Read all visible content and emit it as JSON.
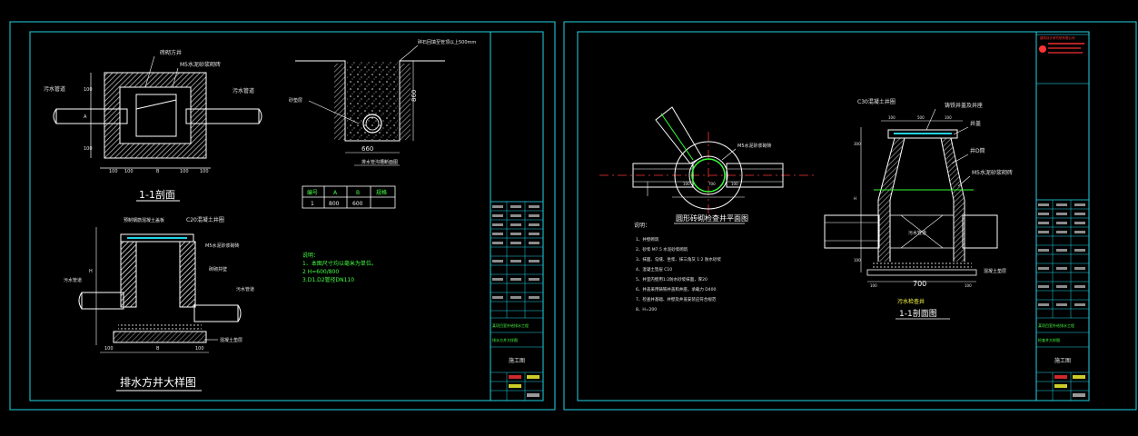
{
  "left_sheet": {
    "section_title": "1-1剖面",
    "main_title": "排水方井大样图",
    "plan_labels": {
      "pipe_left": "污水管道",
      "pipe_right": "污水管道",
      "top_1": "砖砌方井",
      "top_2": "M5水泥砂浆砌砖"
    },
    "trench": {
      "note": "碎石回填至管顶以上500mm",
      "left_label": "砂垫层",
      "depth_label": "860",
      "width_label": "660",
      "caption": "排水管沟槽断面图"
    },
    "section_labels": {
      "top_left": "预制钢筋混凝土盖板",
      "top_right": "C20混凝土井圈",
      "right_1": "M5水泥砂浆砌砖",
      "right_2": "砖砌井壁",
      "right_3": "污水管道",
      "left_pipe": "污水管道",
      "bottom": "混凝土垫层"
    },
    "table": {
      "headers": [
        "编号",
        "A",
        "B",
        "规格"
      ],
      "row": [
        "1",
        "800",
        "600",
        ""
      ]
    },
    "notes": {
      "title": "说明：",
      "lines": [
        "1、本图尺寸均以毫米为单位。",
        "2  H=600/800",
        "3.D1.D2管径DN110"
      ]
    },
    "title_block": {
      "project": "某项目室外给排水工程",
      "drawing": "排水方井大样图",
      "sheet_label": "施工图"
    }
  },
  "right_sheet": {
    "plan_title": "圆形砖砌检查井平面图",
    "section_title": "1-1剖面图",
    "section_subtitle": "污水检查井",
    "labels": {
      "top_left": "C30混凝土井圈",
      "top_right": "铸铁井盖及井座",
      "right_1": "井盖",
      "right_2": "井D筒",
      "right_3": "M5水泥砂浆砌砖",
      "plan_right": "M5水泥砂浆砌砖",
      "bottom": "混凝土垫层",
      "pipe": "污水管道",
      "width": "700"
    },
    "notes": {
      "title": "说明：",
      "lines": [
        "1、井壁砌筑",
        "2、砂浆  M7.5  水泥砂浆砌筑",
        "3、抹面、勾缝、坐浆、抹三角灰  1:2  防水砂浆",
        "4、混凝土垫层    C10",
        "5、井室内壁用1:2防水砂浆抹面，厚20",
        "6、井盖采用铸铁井盖和井座，承载力  D400",
        "7、检查井基础、井壁及井盖安装应符合规范",
        "8、H=200"
      ]
    },
    "title_block": {
      "company": "建筑设计研究院有限公司",
      "project": "某项目室外给排水工程",
      "drawing": "检查井大样图",
      "sheet_label": "施工图"
    }
  },
  "colors": {
    "frame": "#22d3e6",
    "line": "#ffffff",
    "yellow": "#ffff33",
    "green": "#33ff33",
    "red": "#ff3333"
  }
}
